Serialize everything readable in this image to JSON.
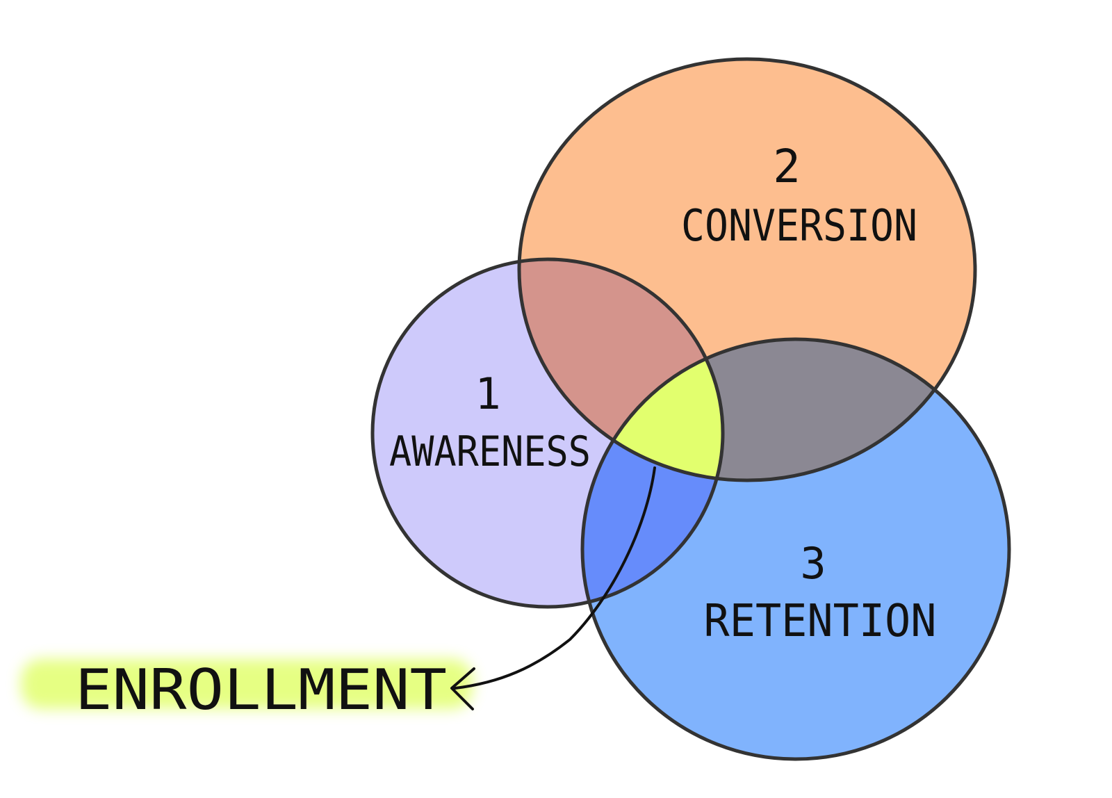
{
  "diagram": {
    "sets": [
      {
        "id": "awareness",
        "number": "1",
        "label": "AWARENESS",
        "color": "#CECAFB"
      },
      {
        "id": "conversion",
        "number": "2",
        "label": "CONVERSION",
        "color": "#FDBE8F"
      },
      {
        "id": "retention",
        "number": "3",
        "label": "RETENTION",
        "color": "#80B3FD"
      }
    ],
    "overlap_colors": {
      "awareness_conversion": "#D4948C",
      "conversion_retention": "#8B8893",
      "awareness_retention": "#668CFB",
      "all_three": "#E2FF6E"
    },
    "callout": {
      "label": "ENROLLMENT",
      "highlight_color": "#E2FF6E"
    },
    "outline_color": "#333333"
  }
}
